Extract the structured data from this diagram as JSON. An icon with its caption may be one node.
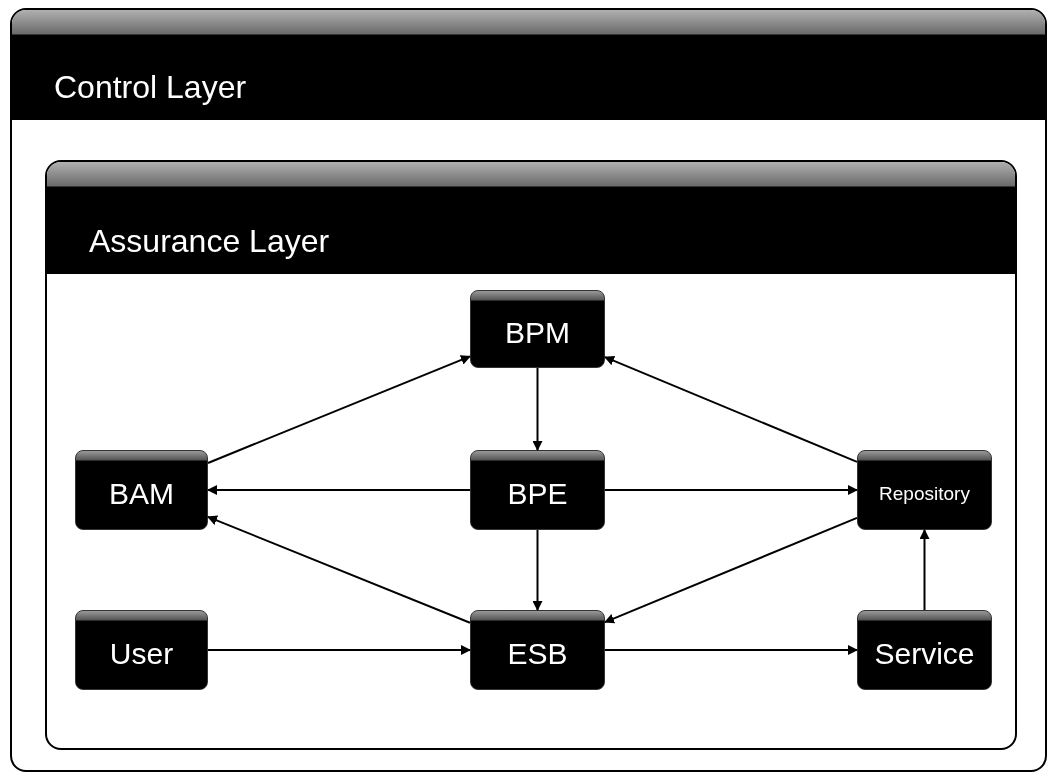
{
  "diagram": {
    "nodes": [
      {
        "text": [
          "Control Layer"
        ]
      },
      {
        "text": [
          "Assurance Layer"
        ],
        "in": 0
      },
      {
        "text": [
          "BPM"
        ],
        "in": 1
      },
      {
        "text": [
          "BAM"
        ],
        "in": 1
      },
      {
        "text": [
          "BPE"
        ],
        "in": 1
      },
      {
        "text": [
          "Repository"
        ],
        "in": 1
      },
      {
        "text": [
          "User"
        ],
        "in": 1
      },
      {
        "text": [
          "ESB"
        ],
        "in": 1
      },
      {
        "text": [
          "Service"
        ],
        "in": 1
      }
    ],
    "edges": [
      {
        "from": 3,
        "to": 2,
        "arrow": "to"
      },
      {
        "from": 2,
        "to": 4,
        "arrow": "to"
      },
      {
        "from": 5,
        "to": 2,
        "arrow": "to"
      },
      {
        "from": 4,
        "to": 3,
        "arrow": "to"
      },
      {
        "from": 4,
        "to": 5,
        "arrow": "to"
      },
      {
        "from": 4,
        "to": 7,
        "arrow": "to"
      },
      {
        "from": 7,
        "to": 3,
        "arrow": "to"
      },
      {
        "from": 5,
        "to": 7,
        "arrow": "to"
      },
      {
        "from": 6,
        "to": 7,
        "arrow": "to"
      },
      {
        "from": 7,
        "to": 8,
        "arrow": "to"
      },
      {
        "from": 8,
        "to": 5,
        "arrow": "to"
      }
    ]
  }
}
